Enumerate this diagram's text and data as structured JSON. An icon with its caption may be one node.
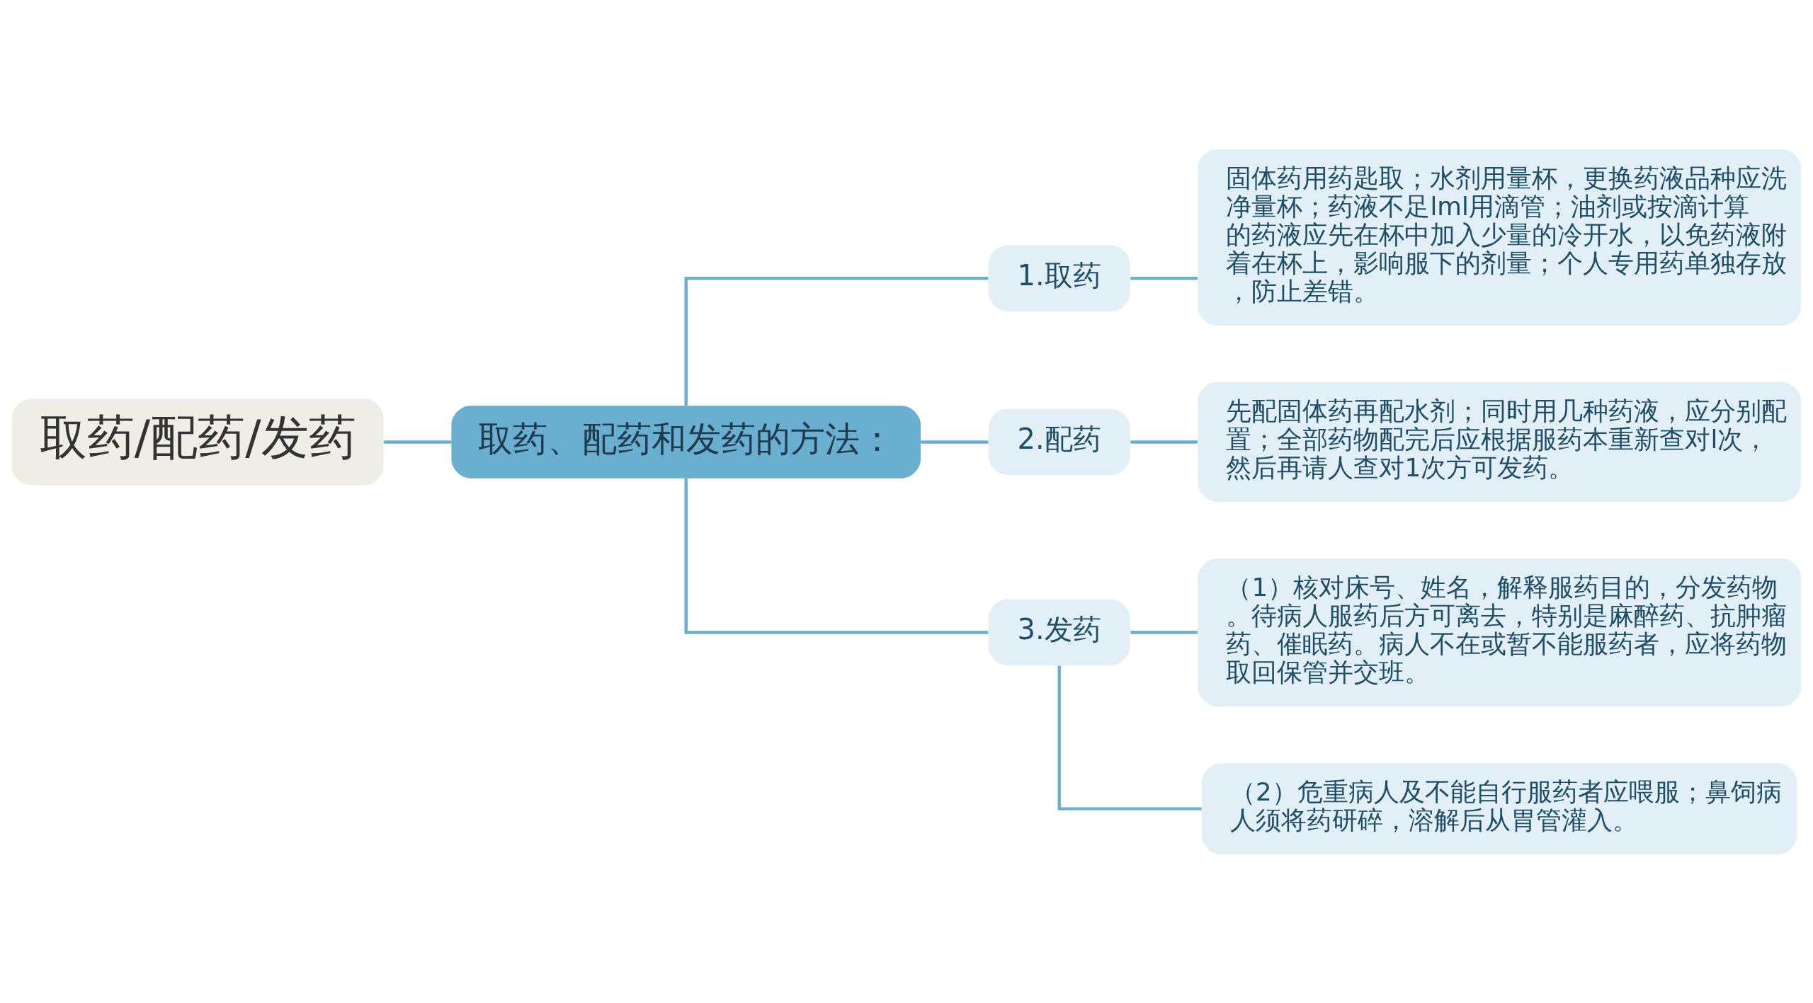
{
  "diagram": {
    "nodes": [
      {
        "text": [
          "取药/配药/发药"
        ]
      },
      {
        "text": [
          "取药、配药和发药的方法："
        ]
      },
      {
        "text": [
          "1.取药"
        ]
      },
      {
        "text": [
          "2.配药"
        ]
      },
      {
        "text": [
          "3.发药"
        ]
      },
      {
        "text": [
          "固体药用药匙取；水剂用量杯，更换药液品种应洗净量杯；药液不足lml用滴管；油剂或按滴计算的药液应先在杯中加入少量的冷开水，以免药液附着在杯上，影响服下的剂量；个人专用药单独存放，防止差错。"
        ]
      },
      {
        "text": [
          "先配固体药再配水剂；同时用几种药液，应分别配置；全部药物配完后应根据服药本重新查对l次，然后再请人查对1次方可发药。"
        ]
      },
      {
        "text": [
          "（1）核对床号、姓名，解释服药目的，分发药物。待病人服药后方可离去，特别是麻醉药、抗肿瘤药、催眠药。病人不在或暂不能服药者，应将药物取回保管并交班。"
        ]
      },
      {
        "text": [
          "（2）危重病人及不能自行服药者应喂服；鼻饲病人须将药研碎，溶解后从胃管灌入。"
        ]
      }
    ],
    "edges": [
      {
        "from": 0,
        "to": 1,
        "arrow": "none"
      },
      {
        "from": 1,
        "to": 2,
        "arrow": "none"
      },
      {
        "from": 1,
        "to": 3,
        "arrow": "none"
      },
      {
        "from": 1,
        "to": 4,
        "arrow": "none"
      },
      {
        "from": 2,
        "to": 5,
        "arrow": "none"
      },
      {
        "from": 3,
        "to": 6,
        "arrow": "none"
      },
      {
        "from": 4,
        "to": 7,
        "arrow": "none"
      },
      {
        "from": 4,
        "to": 8,
        "arrow": "none"
      }
    ]
  }
}
